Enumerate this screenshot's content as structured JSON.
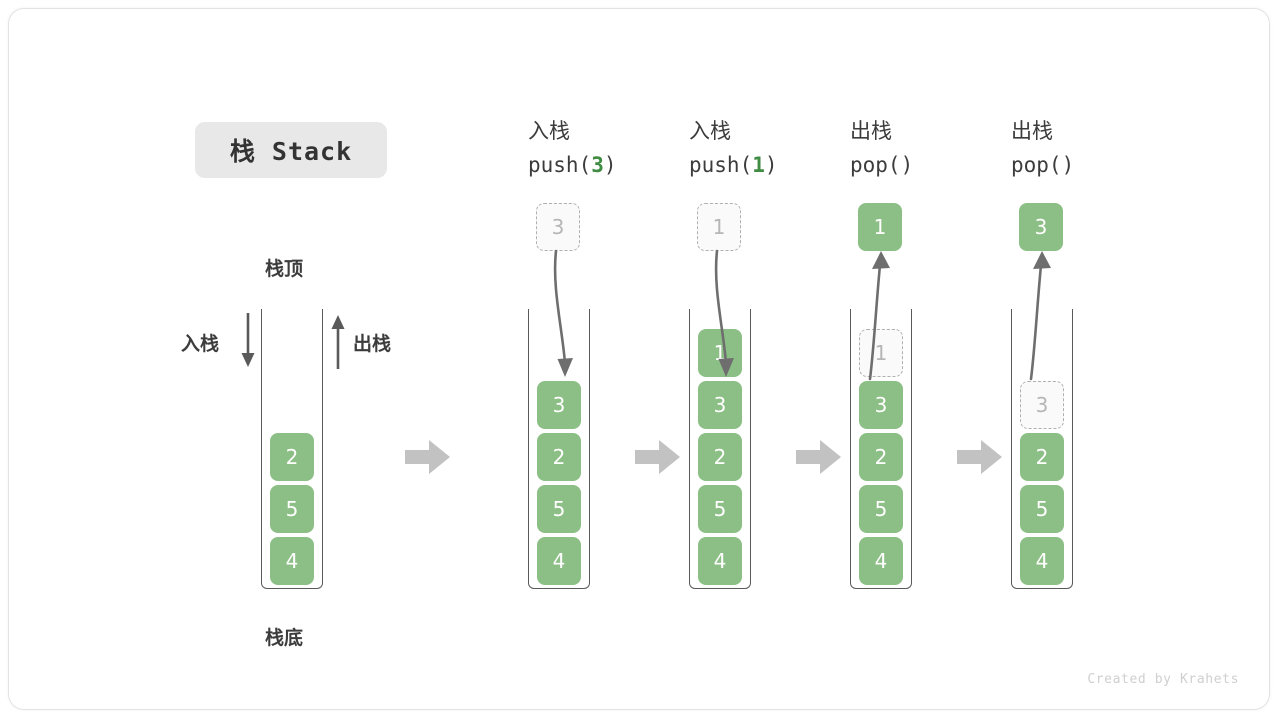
{
  "title": {
    "text": "栈 Stack"
  },
  "colors": {
    "block_fill": "#8cbf85",
    "block_text": "#ffffff",
    "ghost_fill": "#fafafa",
    "ghost_border": "#b0b0b0",
    "ghost_text": "#b6b6b6",
    "accent_green": "#3f8c42",
    "arrow_gray": "#6e6e6e",
    "flow_arrow_gray": "#c2c2c2",
    "stack_border": "#5a5a5a",
    "badge_bg": "#e8e8e8",
    "credit_gray": "#cfcfcf"
  },
  "overview": {
    "top_label": "栈顶",
    "bottom_label": "栈底",
    "push_label": "入栈",
    "pop_label": "出栈",
    "stack": [
      "2",
      "5",
      "4"
    ]
  },
  "steps": [
    {
      "id": "push-3",
      "op_cjk": "入栈",
      "op_code_prefix": "push(",
      "op_code_value": "3",
      "op_code_suffix": ")",
      "incoming": {
        "value": "3",
        "style": "ghost",
        "direction": "down"
      },
      "stack": [
        {
          "value": "3",
          "style": "solid"
        },
        {
          "value": "2",
          "style": "solid"
        },
        {
          "value": "5",
          "style": "solid"
        },
        {
          "value": "4",
          "style": "solid"
        }
      ]
    },
    {
      "id": "push-1",
      "op_cjk": "入栈",
      "op_code_prefix": "push(",
      "op_code_value": "1",
      "op_code_suffix": ")",
      "incoming": {
        "value": "1",
        "style": "ghost",
        "direction": "down"
      },
      "stack": [
        {
          "value": "1",
          "style": "solid"
        },
        {
          "value": "3",
          "style": "solid"
        },
        {
          "value": "2",
          "style": "solid"
        },
        {
          "value": "5",
          "style": "solid"
        },
        {
          "value": "4",
          "style": "solid"
        }
      ]
    },
    {
      "id": "pop-1",
      "op_cjk": "出栈",
      "op_code_prefix": "pop(",
      "op_code_value": "",
      "op_code_suffix": ")",
      "outgoing": {
        "value": "1",
        "style": "solid",
        "direction": "up"
      },
      "stack": [
        {
          "value": "1",
          "style": "ghost"
        },
        {
          "value": "3",
          "style": "solid"
        },
        {
          "value": "2",
          "style": "solid"
        },
        {
          "value": "5",
          "style": "solid"
        },
        {
          "value": "4",
          "style": "solid"
        }
      ]
    },
    {
      "id": "pop-3",
      "op_cjk": "出栈",
      "op_code_prefix": "pop(",
      "op_code_value": "",
      "op_code_suffix": ")",
      "outgoing": {
        "value": "3",
        "style": "solid",
        "direction": "up"
      },
      "stack": [
        {
          "value": "3",
          "style": "ghost"
        },
        {
          "value": "2",
          "style": "solid"
        },
        {
          "value": "5",
          "style": "solid"
        },
        {
          "value": "4",
          "style": "solid"
        }
      ]
    }
  ],
  "credit": {
    "text": "Created by Krahets"
  }
}
